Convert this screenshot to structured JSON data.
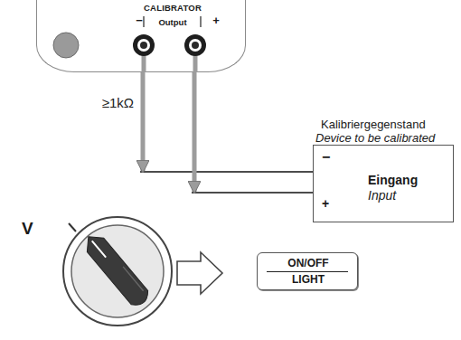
{
  "diagram": {
    "nodes": [
      {
        "text": [
          "CALIBRATOR",
          "−",
          "Output",
          "+"
        ]
      },
      {
        "text": [
          "Kalibriergegenstand",
          "Device to be calibrated",
          "−",
          "+",
          "Eingang",
          "Input"
        ]
      },
      {
        "text": [
          "ON/OFF",
          "LIGHT"
        ]
      }
    ],
    "edges": [
      {
        "from": 0,
        "to": 1,
        "label": "≥1kΩ",
        "arrow": "to"
      },
      {
        "from": 0,
        "to": 1,
        "arrow": "to"
      }
    ],
    "labels": [
      "V"
    ]
  }
}
